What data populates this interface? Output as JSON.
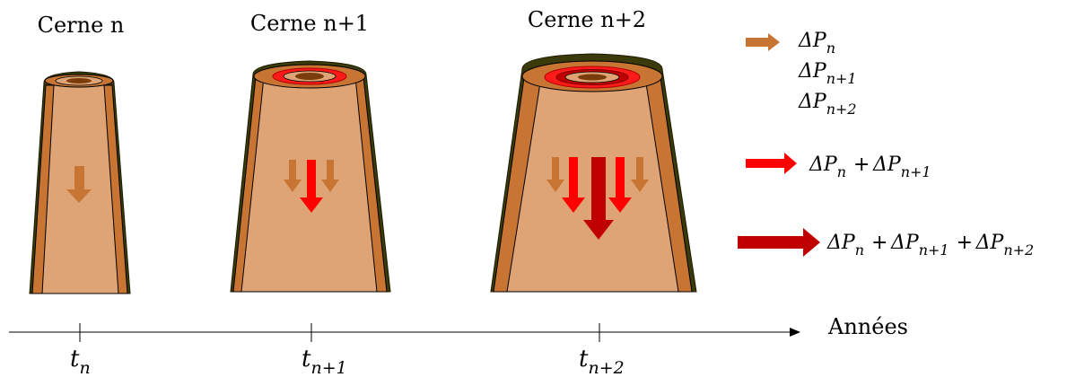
{
  "stages": [
    {
      "title": "Cerne n"
    },
    {
      "title": "Cerne n+1"
    },
    {
      "title": "Cerne n+2"
    }
  ],
  "legend": {
    "single_arrow_color": "#c87533",
    "single_lines": [
      {
        "base": "ΔP",
        "sub": "n"
      },
      {
        "base": "ΔP",
        "sub": "n+1"
      },
      {
        "base": "ΔP",
        "sub": "n+2"
      }
    ],
    "mid_arrow_color": "#ff0000",
    "mid_terms": [
      {
        "base": "ΔP",
        "sub": "n"
      },
      {
        "base": "ΔP",
        "sub": "n+1"
      }
    ],
    "big_arrow_color": "#c00000",
    "big_terms": [
      {
        "base": "ΔP",
        "sub": "n"
      },
      {
        "base": "ΔP",
        "sub": "n+1"
      },
      {
        "base": "ΔP",
        "sub": "n+2"
      }
    ],
    "plus": "+"
  },
  "timeline": {
    "axis_label": "Années",
    "ticks": [
      {
        "base": "t",
        "sub": "n"
      },
      {
        "base": "t",
        "sub": "n+1"
      },
      {
        "base": "t",
        "sub": "n+2"
      }
    ]
  },
  "colors": {
    "wood_light": "#dea476",
    "wood_ring": "#c87533",
    "bark": "#3a3a0a",
    "ring_red": "#ff1a1a",
    "ring_dark_red": "#c00000",
    "pith": "#7a3c0a"
  }
}
